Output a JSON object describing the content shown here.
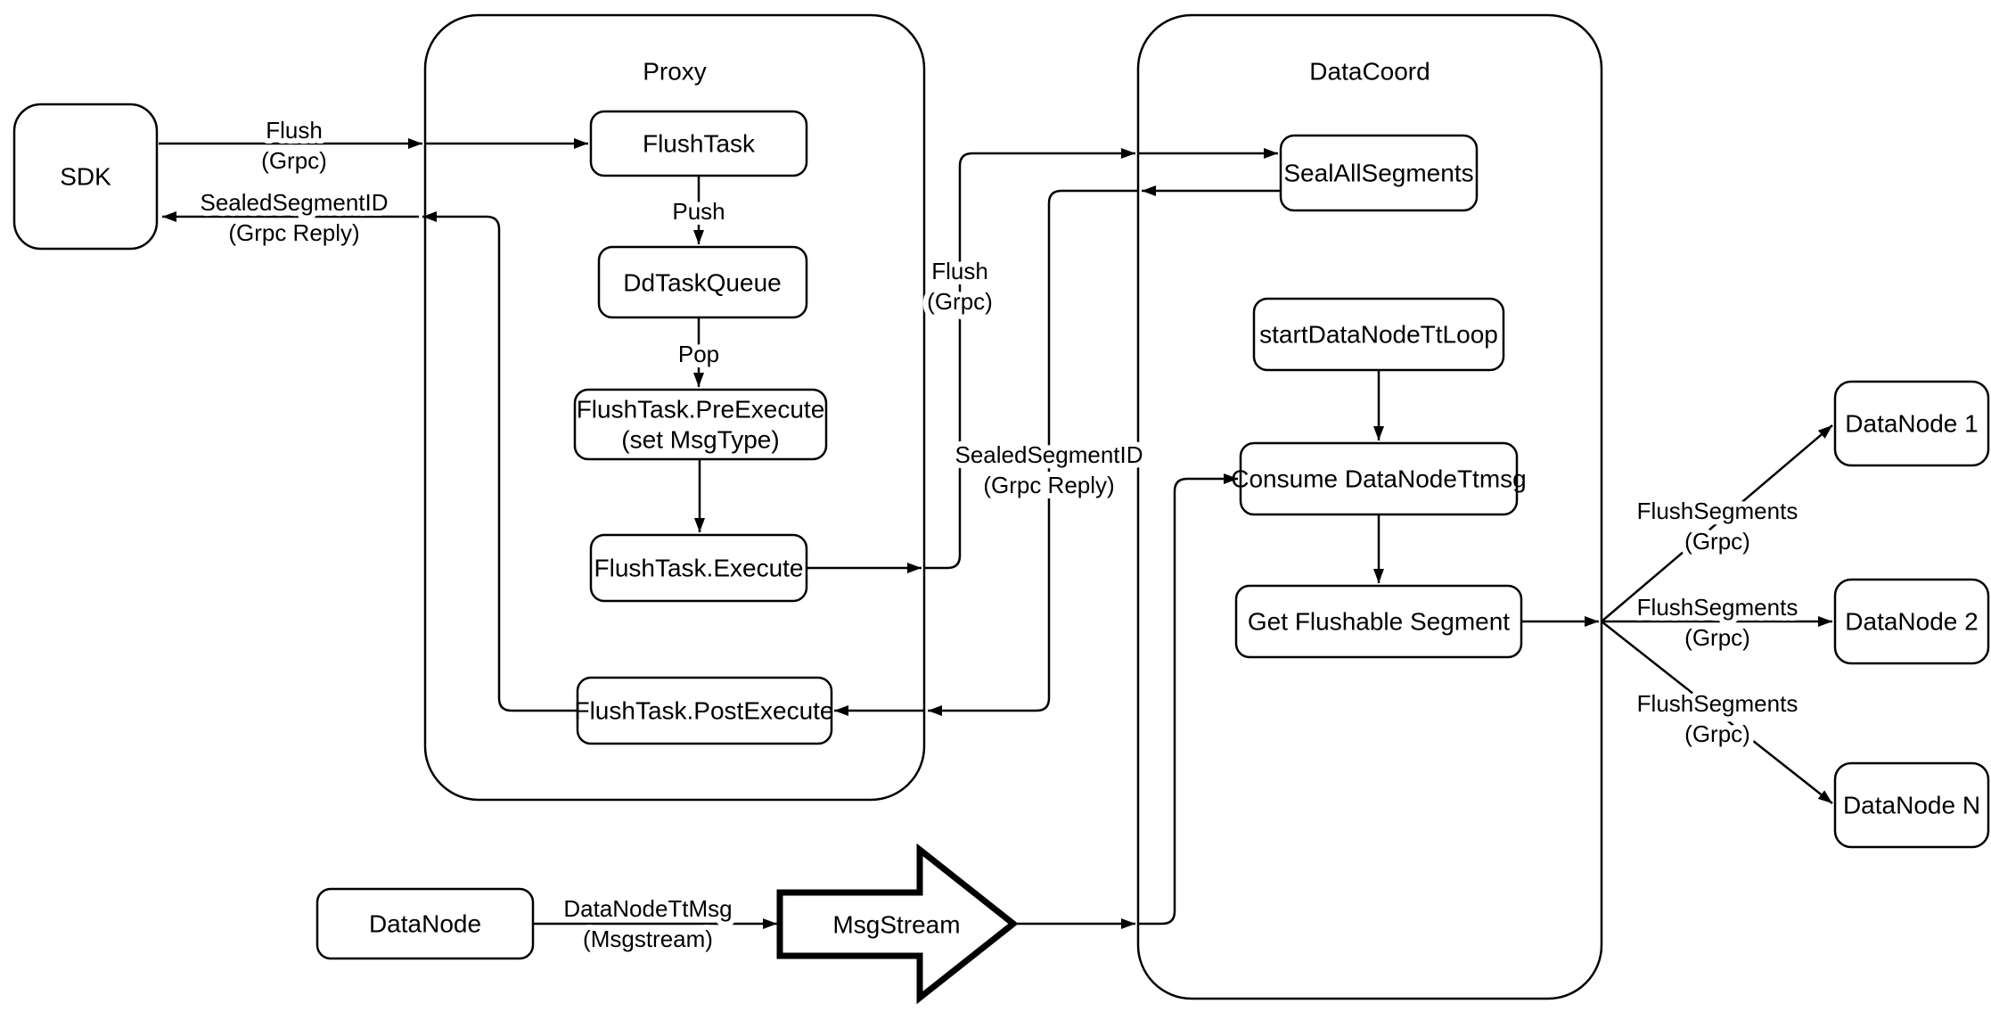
{
  "colors": {
    "stroke": "#000000",
    "fill": "#ffffff",
    "background": "#ffffff"
  },
  "containers": {
    "proxy": {
      "label": "Proxy"
    },
    "datacoord": {
      "label": "DataCoord"
    }
  },
  "nodes": {
    "sdk": "SDK",
    "flush_task": "FlushTask",
    "dd_task_queue": "DdTaskQueue",
    "pre_execute_line1": "FlushTask.PreExecute",
    "pre_execute_line2": "(set MsgType)",
    "execute": "FlushTask.Execute",
    "post_execute": "FlushTask.PostExecute",
    "seal_all_segments": "SealAllSegments",
    "start_datanode_tt_loop": "startDataNodeTtLoop",
    "consume_datanode_ttmsg": "Consume DataNodeTtmsg",
    "get_flushable_segment": "Get Flushable Segment",
    "datanode_1": "DataNode 1",
    "datanode_2": "DataNode 2",
    "datanode_n": "DataNode N",
    "datanode": "DataNode",
    "msgstream": "MsgStream"
  },
  "edge_labels": {
    "flush_sdk": {
      "line1": "Flush",
      "line2": "(Grpc)"
    },
    "sealed_reply_sdk": {
      "line1": "SealedSegmentID",
      "line2": "(Grpc Reply)"
    },
    "push": "Push",
    "pop": "Pop",
    "flush_datacoord": {
      "line1": "Flush",
      "line2": "(Grpc)"
    },
    "sealed_reply_proxy": {
      "line1": "SealedSegmentID",
      "line2": "(Grpc Reply)"
    },
    "flush_segments_1": {
      "line1": "FlushSegments",
      "line2": "(Grpc)"
    },
    "flush_segments_2": {
      "line1": "FlushSegments",
      "line2": "(Grpc)"
    },
    "flush_segments_n": {
      "line1": "FlushSegments",
      "line2": "(Grpc)"
    },
    "datanode_ttmsg": {
      "line1": "DataNodeTtMsg",
      "line2": "(Msgstream)"
    }
  }
}
